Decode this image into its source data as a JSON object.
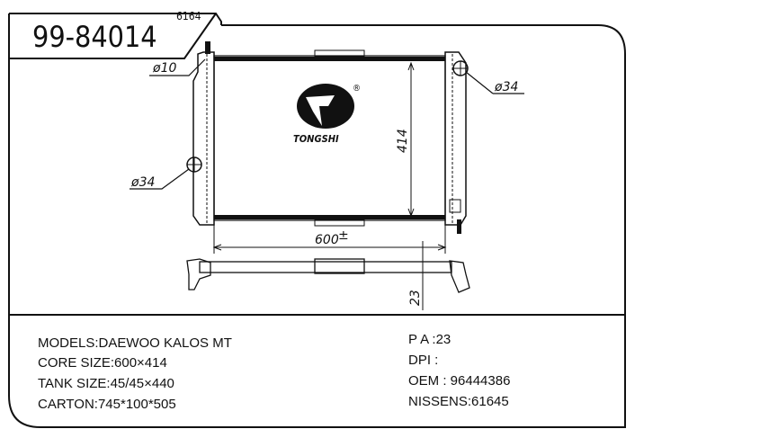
{
  "title": {
    "part_number": "99-84014",
    "partial_text": "6164"
  },
  "drawing": {
    "inlet_dia": "ø10",
    "left_pipe_dia": "ø34",
    "right_pipe_dia": "ø34",
    "height_dim": "414",
    "width_dim": "600",
    "width_dim_suffix": "±",
    "depth_dim": "23",
    "logo_text": "TONGSHI",
    "logo_mark": "®"
  },
  "specs": {
    "left": [
      "MODELS:DAEWOO KALOS  MT",
      "CORE SIZE:600×414",
      "TANK SIZE:45/45×440",
      "CARTON:745*100*505"
    ],
    "right": [
      "P A :23",
      "DPI :",
      "OEM : 96444386",
      "NISSENS:61645"
    ]
  }
}
